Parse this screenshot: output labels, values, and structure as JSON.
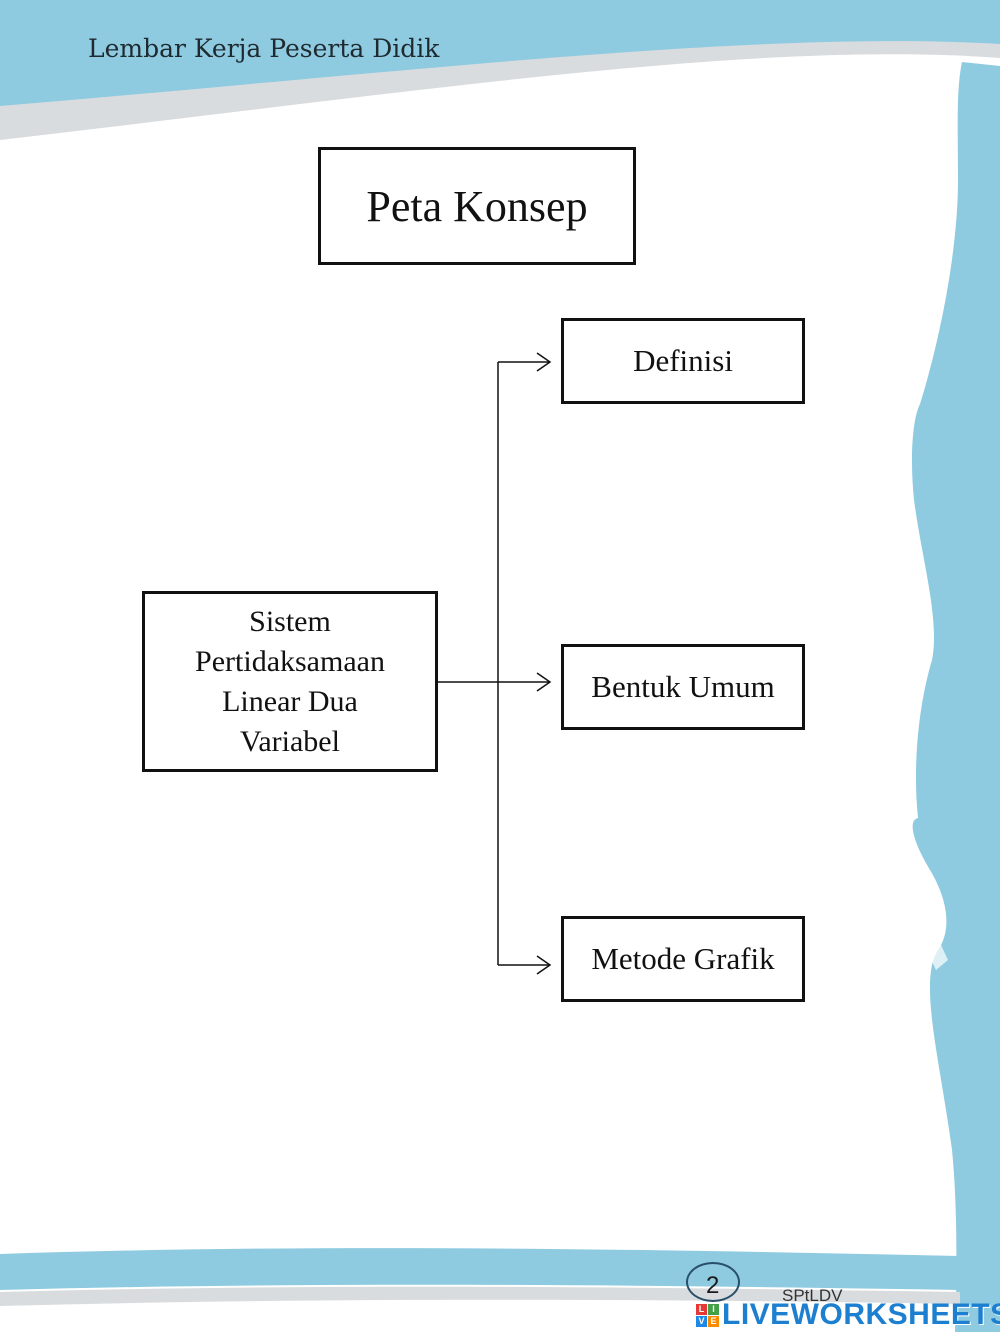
{
  "header": {
    "title": "Lembar Kerja Peserta Didik"
  },
  "concept_map": {
    "title": "Peta Konsep",
    "root": {
      "lines": [
        "Sistem",
        "Pertidaksamaan",
        "Linear Dua",
        "Variabel"
      ]
    },
    "branches": [
      {
        "label": "Definisi"
      },
      {
        "label": "Bentuk Umum"
      },
      {
        "label": "Metode Grafik"
      }
    ]
  },
  "footer": {
    "page_number": "2",
    "code": "SPtLDV",
    "logo_letters": [
      "L",
      "I",
      "V",
      "E"
    ],
    "logo_text": "LIVEWORKSHEETS"
  },
  "colors": {
    "accent_blue": "#8ecbe0",
    "swoosh_gray": "#d9dcde",
    "box_border": "#111111",
    "logo_blue": "#1c7fd0"
  }
}
